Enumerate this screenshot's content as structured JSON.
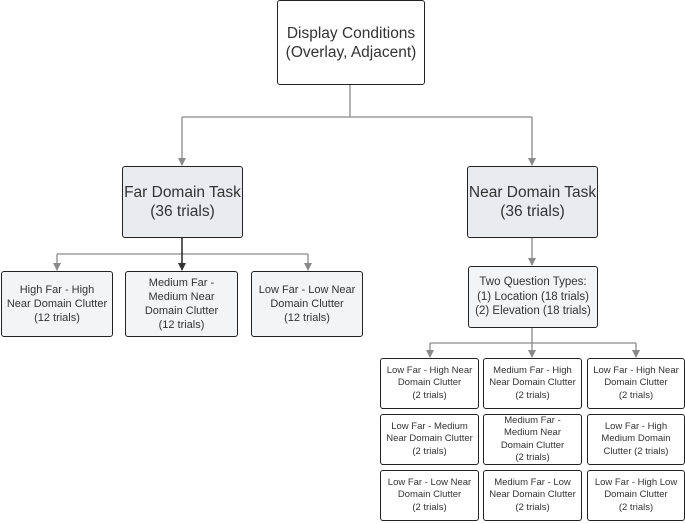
{
  "root": "Display Conditions\n(Overlay, Adjacent)",
  "far_task": "Far Domain Task\n(36 trials)",
  "near_task": "Near Domain Task\n(36 trials)",
  "far_children": [
    "High Far - High\nNear Domain Clutter\n(12 trials)",
    "Medium Far -\nMedium Near\nDomain Clutter\n(12 trials)",
    "Low Far - Low Near\nDomain Clutter\n(12 trials)"
  ],
  "question_types": "Two Question Types:\n(1) Location (18 trials)\n(2) Elevation (18 trials)",
  "near_children": [
    "Low Far - High Near\nDomain Clutter\n(2 trials)",
    "Medium Far - High\nNear Domain Clutter\n(2 trials)",
    "Low Far - High Near\nDomain Clutter\n(2 trials)",
    "Low Far - Medium\nNear Domain Clutter\n(2 trials)",
    "Medium Far -\nMedium Near\nDomain Clutter\n(2 trials)",
    "Low Far - High\nMedium Domain\nClutter (2 trials)",
    "Low Far - Low Near\nDomain Clutter\n(2 trials)",
    "Medium Far - Low\nNear Domain Clutter\n(2 trials)",
    "Low Far - High Low\nDomain Clutter\n(2 trials)"
  ]
}
